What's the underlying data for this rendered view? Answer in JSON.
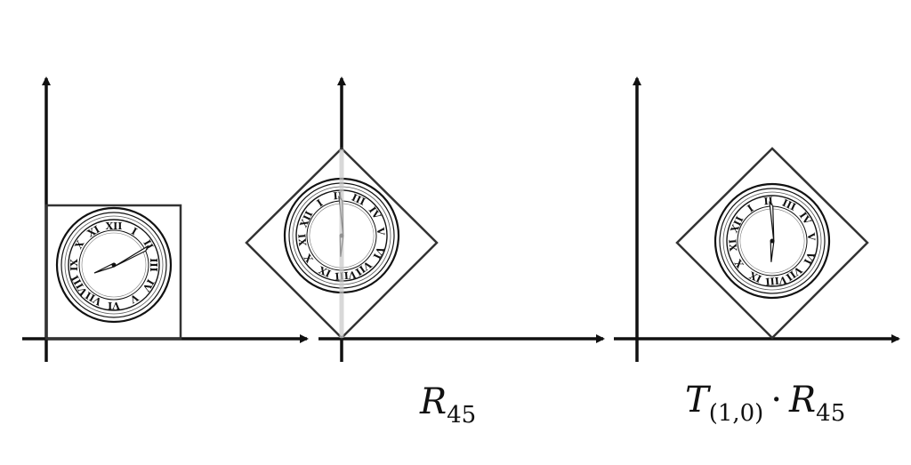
{
  "captions": {
    "rotation": {
      "symbol": "R",
      "subscript": "45"
    },
    "translate_rotate": {
      "t_symbol": "T",
      "t_subscript": "(1,0)",
      "operator": "·",
      "r_symbol": "R",
      "r_subscript": "45"
    }
  },
  "icons": {
    "clock": "clock-icon",
    "arrow": "arrow-icon"
  },
  "colors": {
    "stroke": "#111111",
    "frame": "#333333",
    "ghost_axis": "#c8c8c8"
  }
}
